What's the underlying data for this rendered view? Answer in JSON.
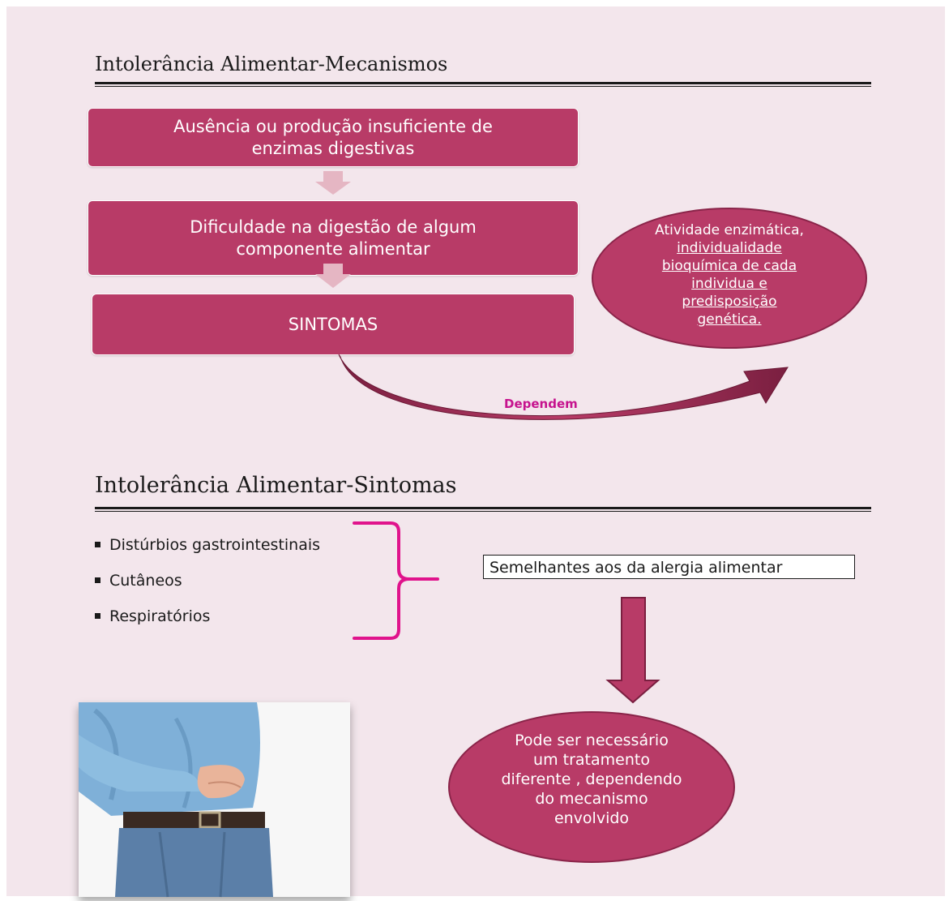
{
  "section1": {
    "title": "Intolerância Alimentar-Mecanismos",
    "box1": [
      "Ausência ou produção insuficiente de",
      "enzimas digestivas"
    ],
    "box2": [
      "Dificuldade na digestão de algum",
      "componente alimentar"
    ],
    "box3": "SINTOMAS",
    "ellipse_lines": [
      "Atividade  enzimática,",
      "individualidade",
      "bioquímica de cada",
      "individua e",
      "predisposição",
      "genética."
    ],
    "arrow_label": "Dependem"
  },
  "section2": {
    "title": "Intolerância Alimentar-Sintomas",
    "bullets": [
      "Distúrbios gastrointestinais",
      "Cutâneos",
      "Respiratórios"
    ],
    "note": "Semelhantes aos da alergia alimentar",
    "ellipse_lines": [
      "Pode ser necessário",
      "um tratamento",
      "diferente , dependendo",
      "do mecanismo",
      "envolvido"
    ]
  },
  "colors": {
    "background": "#f3e6ec",
    "box": "#b83b67",
    "down_arrow_light": "#e5b6c3",
    "brace": "#e0138c",
    "label": "#c6138e"
  },
  "photo": {
    "icon": "person-holding-stomach-photo"
  }
}
